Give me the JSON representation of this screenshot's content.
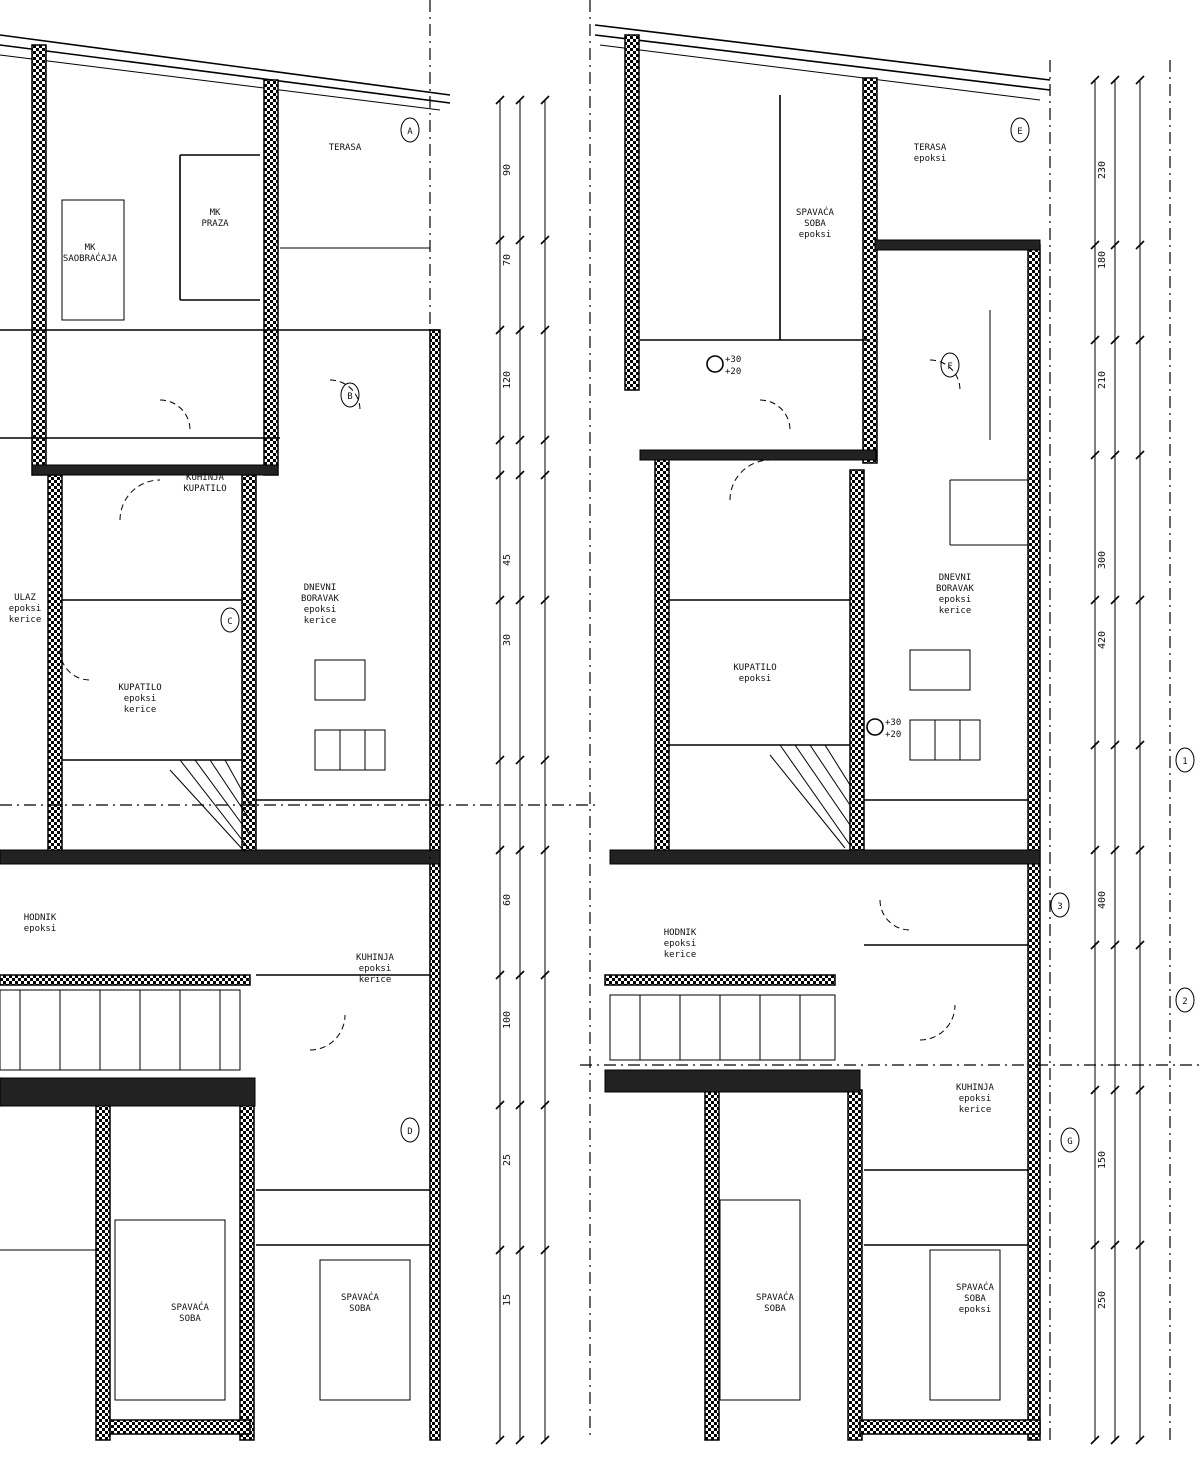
{
  "rooms": [
    {
      "id": "r1",
      "lines": [
        "MK",
        "SAOBRAĆAJA"
      ]
    },
    {
      "id": "r2",
      "lines": [
        "MK",
        "PRAZA"
      ]
    },
    {
      "id": "r3",
      "lines": [
        "TERASA"
      ]
    },
    {
      "id": "r4",
      "lines": [
        "KUHINJA",
        "KUPATILO"
      ]
    },
    {
      "id": "r5",
      "lines": [
        "DNEVNI",
        "BORAVAK",
        "epoksi",
        "kerice"
      ]
    },
    {
      "id": "r6",
      "lines": [
        "ULAZ",
        "epoksi",
        "kerice"
      ]
    },
    {
      "id": "r7",
      "lines": [
        "KUPATILO",
        "epoksi",
        "kerice"
      ]
    },
    {
      "id": "r8",
      "lines": [
        "HODNIK",
        "epoksi"
      ]
    },
    {
      "id": "r9",
      "lines": [
        "KUHINJA",
        "epoksi",
        "kerice"
      ]
    },
    {
      "id": "r10",
      "lines": [
        "SPAVAĆA",
        "SOBA"
      ]
    },
    {
      "id": "r11",
      "lines": [
        "SPAVAĆA",
        "SOBA"
      ]
    },
    {
      "id": "r12",
      "lines": [
        "TERASA",
        "epoksi"
      ]
    },
    {
      "id": "r13",
      "lines": [
        "SPAVAĆA",
        "SOBA",
        "epoksi"
      ]
    },
    {
      "id": "r14",
      "lines": [
        "DNEVNI",
        "BORAVAK",
        "epoksi",
        "kerice"
      ]
    },
    {
      "id": "r15",
      "lines": [
        "KUPATILO",
        "epoksi"
      ]
    },
    {
      "id": "r16",
      "lines": [
        "HODNIK",
        "epoksi",
        "kerice"
      ]
    },
    {
      "id": "r17",
      "lines": [
        "KUHINJA",
        "epoksi",
        "kerice"
      ]
    },
    {
      "id": "r18",
      "lines": [
        "SPAVAĆA",
        "SOBA",
        "epoksi"
      ]
    },
    {
      "id": "r19",
      "lines": [
        "SPAVAĆA",
        "SOBA"
      ]
    }
  ],
  "dims": [
    "90",
    "70",
    "120",
    "45",
    "30",
    "60",
    "100",
    "25",
    "15",
    "230",
    "180",
    "210",
    "300",
    "420",
    "400",
    "150",
    "250"
  ],
  "levels": [
    "+30",
    "+20",
    "+30",
    "+20"
  ],
  "axes": [
    "A",
    "B",
    "C",
    "D",
    "E",
    "F",
    "G",
    "1",
    "2",
    "3"
  ]
}
